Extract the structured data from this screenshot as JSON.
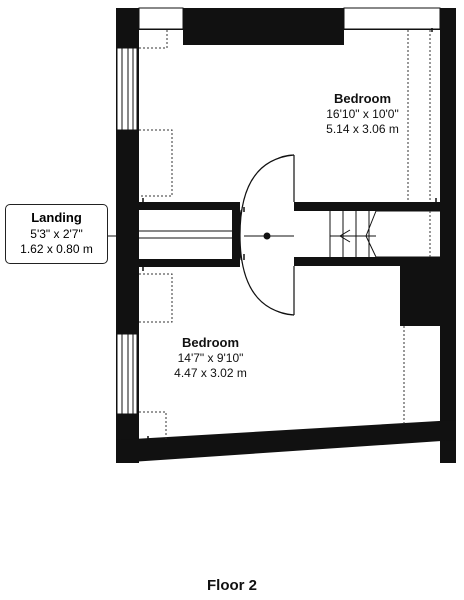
{
  "rooms": {
    "bedroom_upper": {
      "name": "Bedroom",
      "dim_imperial": "16'10\" x 10'0\"",
      "dim_metric": "5.14 x 3.06 m"
    },
    "bedroom_lower": {
      "name": "Bedroom",
      "dim_imperial": "14'7\" x 9'10\"",
      "dim_metric": "4.47 x 3.02 m"
    },
    "landing": {
      "name": "Landing",
      "dim_imperial": "5'3\" x 2'7\"",
      "dim_metric": "1.62 x 0.80 m"
    }
  },
  "floor": {
    "title": "Floor 2"
  },
  "colors": {
    "wall": "#111111",
    "background": "#ffffff",
    "line": "#222222"
  }
}
